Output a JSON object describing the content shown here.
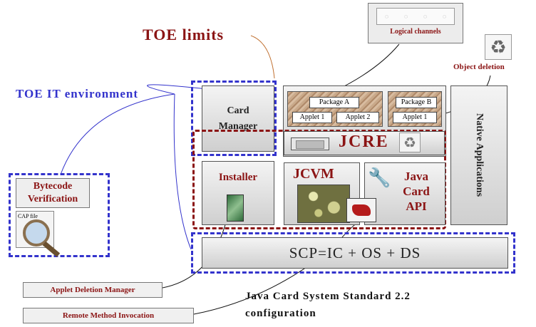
{
  "labels": {
    "toe_limits": "TOE limits",
    "toe_it_env": "TOE IT environment",
    "card_manager": "Card Manager",
    "installer": "Installer",
    "jcvm": "JCVM",
    "java_card_api": "Java Card API",
    "jcre": "JCRE",
    "native_apps": "Native Applications",
    "scp": "SCP=IC + OS + DS",
    "bytecode_verification": "Bytecode Verification",
    "cap_file": "CAP file",
    "logical_channels": "Logical channels",
    "object_deletion": "Object deletion",
    "applet_deletion_manager": "Applet Deletion Manager",
    "remote_method_invocation": "Remote Method Invocation",
    "caption": "Java Card System Standard 2.2 configuration"
  },
  "packages": [
    {
      "name": "Package A",
      "applets": [
        "Applet 1",
        "Applet 2"
      ]
    },
    {
      "name": "Package B",
      "applets": [
        "Applet 1"
      ]
    }
  ],
  "colors": {
    "toe_red": "#8b1414",
    "it_blue": "#3333cc",
    "box_gray": "#d0d0d0"
  },
  "icons": [
    "recycle-icon",
    "magnifier-icon",
    "tools-icon",
    "jcvm-texture-icon",
    "installer-icon",
    "channels-icon"
  ]
}
